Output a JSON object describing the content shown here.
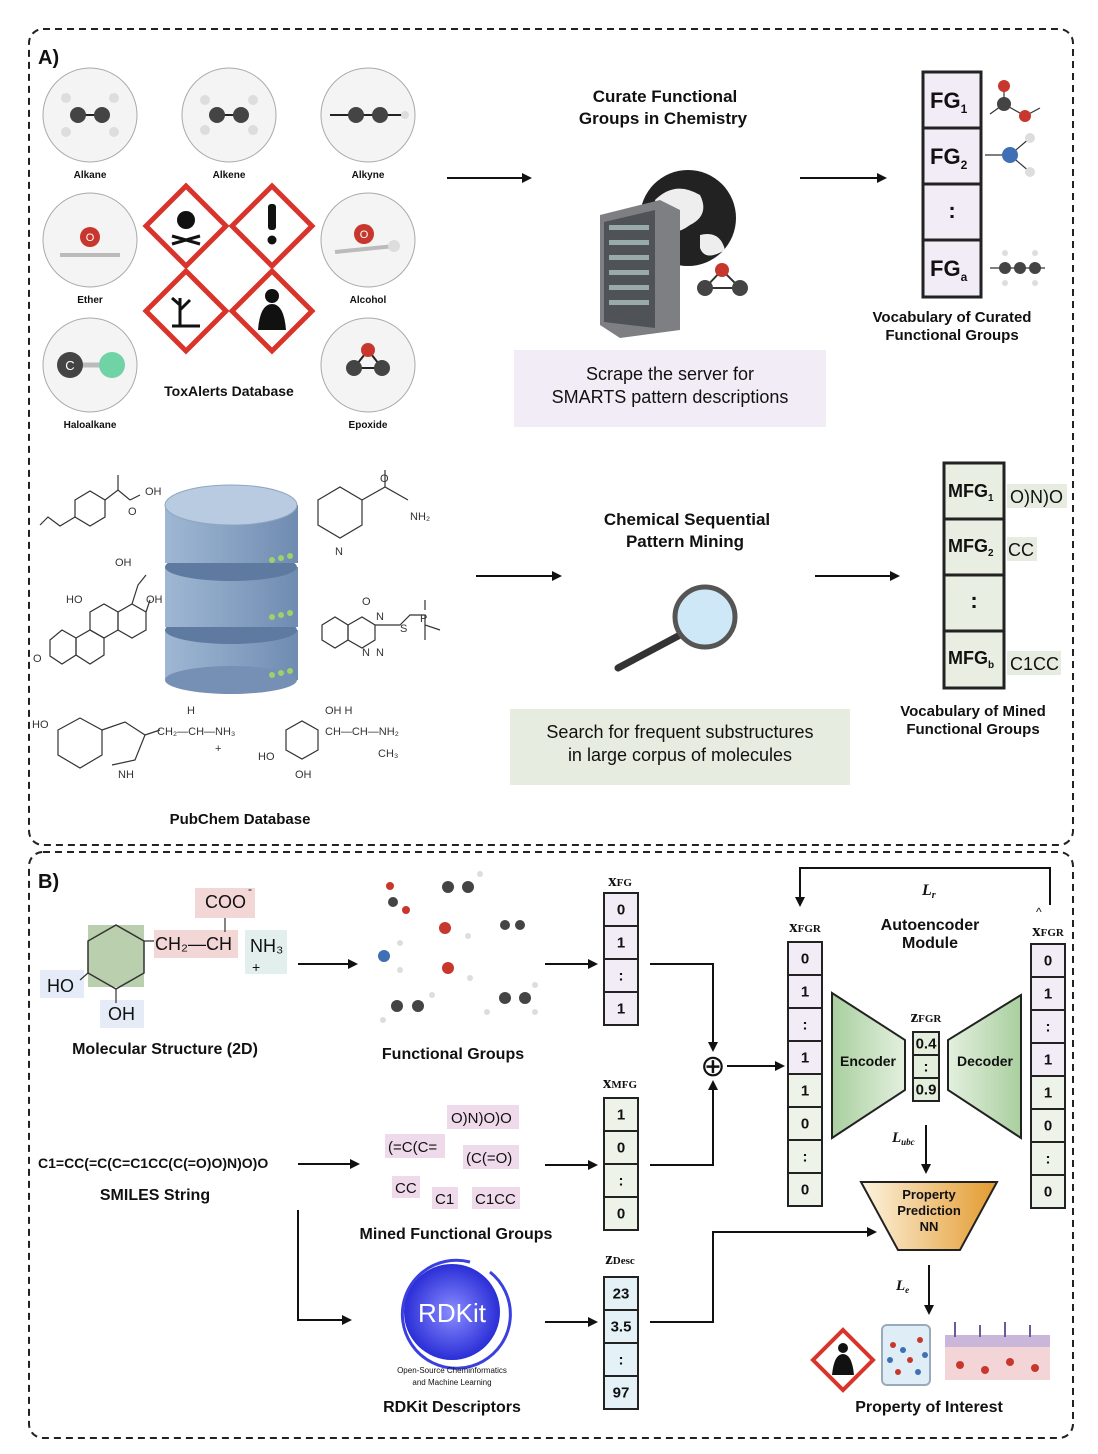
{
  "section_a": {
    "label": "A)",
    "fg_examples": [
      "Alkane",
      "Alkene",
      "Alkyne",
      "Ether",
      "Alcohol",
      "Haloalkane",
      "Epoxide"
    ],
    "atom_labels": {
      "oxygen": "O",
      "hydrogen": "H",
      "carbon": "C"
    },
    "toxalerts": "ToxAlerts Database",
    "curate_title": [
      "Curate Functional",
      "Groups in Chemistry"
    ],
    "scrape_text": [
      "Scrape the server for",
      "SMARTS pattern descriptions"
    ],
    "fg_vocab": [
      {
        "base": "FG",
        "sub": "1"
      },
      {
        "base": "FG",
        "sub": "2"
      },
      {
        "base": ":",
        "sub": ""
      },
      {
        "base": "FG",
        "sub": "a"
      }
    ],
    "fg_vocab_title": [
      "Vocabulary of Curated",
      "Functional Groups"
    ],
    "pubchem_molecule_labels": [
      "OH",
      "O",
      "NH₂",
      "N",
      "HO",
      "H",
      "O",
      "S",
      "P",
      "N",
      "N",
      "N",
      "HO",
      "CH₂—CH—NH₃",
      "+",
      "NH",
      "HO",
      "OH",
      "OH  H",
      "CH—CH—NH₂",
      "CH₃"
    ],
    "pubchem": "PubChem Database",
    "mining_title": [
      "Chemical Sequential",
      "Pattern Mining"
    ],
    "search_text": [
      "Search for frequent substructures",
      "in large corpus of molecules"
    ],
    "mfg_vocab": [
      {
        "base": "MFG",
        "sub": "1",
        "pattern": "O)N)O"
      },
      {
        "base": "MFG",
        "sub": "2",
        "pattern": "CC"
      },
      {
        "base": ":",
        "sub": "",
        "pattern": ""
      },
      {
        "base": "MFG",
        "sub": "b",
        "pattern": "C1CC"
      }
    ],
    "mfg_vocab_title": [
      "Vocabulary of Mined",
      "Functional Groups"
    ]
  },
  "section_b": {
    "label": "B)",
    "molecule": {
      "coo": "COO",
      "coo_charge": "-",
      "chain": "CH₂—CH",
      "nh3": "NH₃",
      "plus": "+",
      "ho": "HO",
      "oh": "OH"
    },
    "molecule_caption": "Molecular Structure (2D)",
    "functional_groups_caption": "Functional Groups",
    "x_fg": {
      "label": "x",
      "sub": "FG",
      "values": [
        "0",
        "1",
        ":",
        "1"
      ]
    },
    "smiles": "C1=CC(=C(C=C1CC(C(=O)O)N)O)O",
    "smiles_caption": "SMILES String",
    "mined_tokens": [
      "O)N)O)O",
      "(=C(C=",
      "(C(=O)",
      "CC",
      "C1",
      "C1CC"
    ],
    "mined_caption": "Mined Functional Groups",
    "x_mfg": {
      "label": "x",
      "sub": "MFG",
      "values": [
        "1",
        "0",
        ":",
        "0"
      ]
    },
    "rdkit": {
      "logo": "RDKit",
      "tagline": [
        "Open-Source Cheminformatics",
        "and Machine Learning"
      ],
      "caption": "RDKit Descriptors"
    },
    "z_desc": {
      "label": "z",
      "sub": "Desc",
      "values": [
        "23",
        "3.5",
        ":",
        "97"
      ]
    },
    "concat_symbol": "⊕",
    "x_fgr": {
      "label": "x",
      "sub": "FGR",
      "values": [
        "0",
        "1",
        ":",
        "1",
        "1",
        "0",
        ":",
        "0"
      ]
    },
    "x_fgr_hat": {
      "hat": "^",
      "label": "x",
      "sub": "FGR",
      "values": [
        "0",
        "1",
        ":",
        "1",
        "1",
        "0",
        ":",
        "0"
      ]
    },
    "autoencoder_title": [
      "Autoencoder",
      "Module"
    ],
    "encoder": "Encoder",
    "decoder": "Decoder",
    "z_fgr": {
      "label": "z",
      "sub": "FGR",
      "values": [
        "0.4",
        ":",
        "0.9"
      ]
    },
    "loss_r": {
      "label": "L",
      "sub": "r"
    },
    "loss_ubc": {
      "label": "L",
      "sub": "ubc"
    },
    "loss_e": {
      "label": "L",
      "sub": "e"
    },
    "property_nn": [
      "Property",
      "Prediction",
      "NN"
    ],
    "property_caption": "Property of Interest"
  },
  "colors": {
    "fg_purple": "#f1ecf6",
    "mfg_green": "#e8efe2",
    "encoder_green": "#bcd9b5",
    "hazard_red": "#d9342b",
    "db_blue": "#8fa9c7",
    "property_orange": "#e9a640",
    "rdkit_blue": "#3b3fe0",
    "pink": "#f3d6d6",
    "oxygen": "#c8372d",
    "nitrogen": "#3f6fb5"
  }
}
